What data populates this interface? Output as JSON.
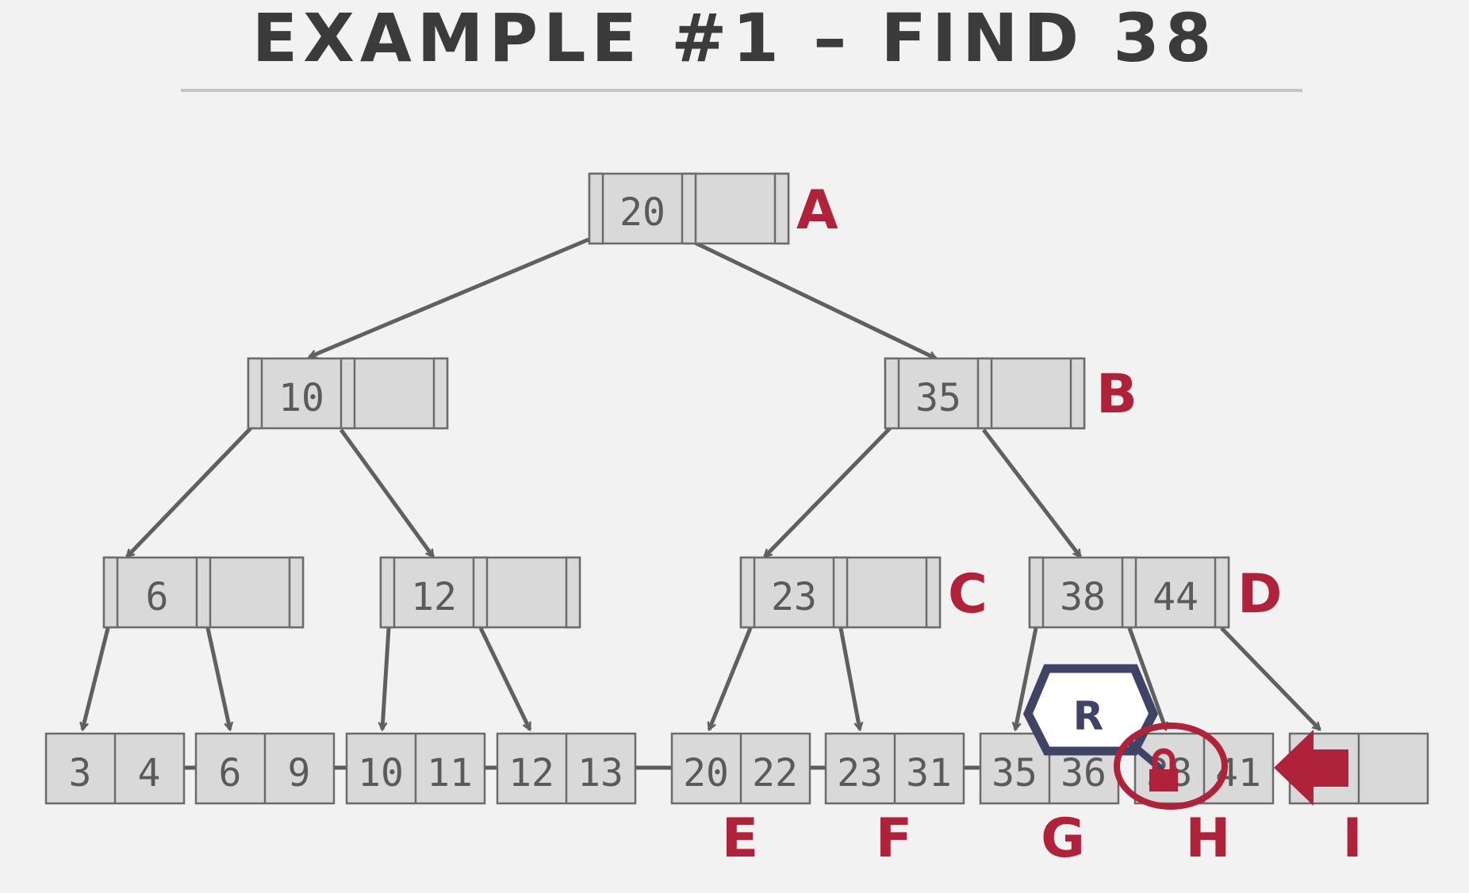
{
  "title": "EXAMPLE #1 – FIND 38",
  "inner_nodes": {
    "A": {
      "label": "A",
      "keys": [
        "20",
        ""
      ]
    },
    "B": {
      "label": "B",
      "keys": [
        "35",
        ""
      ]
    },
    "n10": {
      "label": "",
      "keys": [
        "10",
        ""
      ]
    },
    "n6": {
      "label": "",
      "keys": [
        "6",
        ""
      ]
    },
    "n12": {
      "label": "",
      "keys": [
        "12",
        ""
      ]
    },
    "C": {
      "label": "C",
      "keys": [
        "23",
        ""
      ]
    },
    "D": {
      "label": "D",
      "keys": [
        "38",
        "44"
      ]
    }
  },
  "leaves": [
    {
      "label": "",
      "keys": [
        "3",
        "4"
      ]
    },
    {
      "label": "",
      "keys": [
        "6",
        "9"
      ]
    },
    {
      "label": "",
      "keys": [
        "10",
        "11"
      ]
    },
    {
      "label": "",
      "keys": [
        "12",
        "13"
      ]
    },
    {
      "label": "E",
      "keys": [
        "20",
        "22"
      ]
    },
    {
      "label": "F",
      "keys": [
        "23",
        "31"
      ]
    },
    {
      "label": "G",
      "keys": [
        "35",
        "36"
      ]
    },
    {
      "label": "H",
      "keys": [
        "38",
        "41"
      ]
    },
    {
      "label": "I",
      "keys": [
        "",
        ""
      ]
    }
  ],
  "read_lock": {
    "label": "R"
  },
  "colors": {
    "accent": "#b0223a",
    "lock_outline": "#3f4467",
    "node_fill": "#d9d9d9",
    "node_stroke": "#6b6b6b",
    "edge": "#606060"
  },
  "icons": [
    "read-latch-hexagon-icon",
    "magnifier-icon",
    "padlock-icon",
    "left-arrow-icon"
  ]
}
